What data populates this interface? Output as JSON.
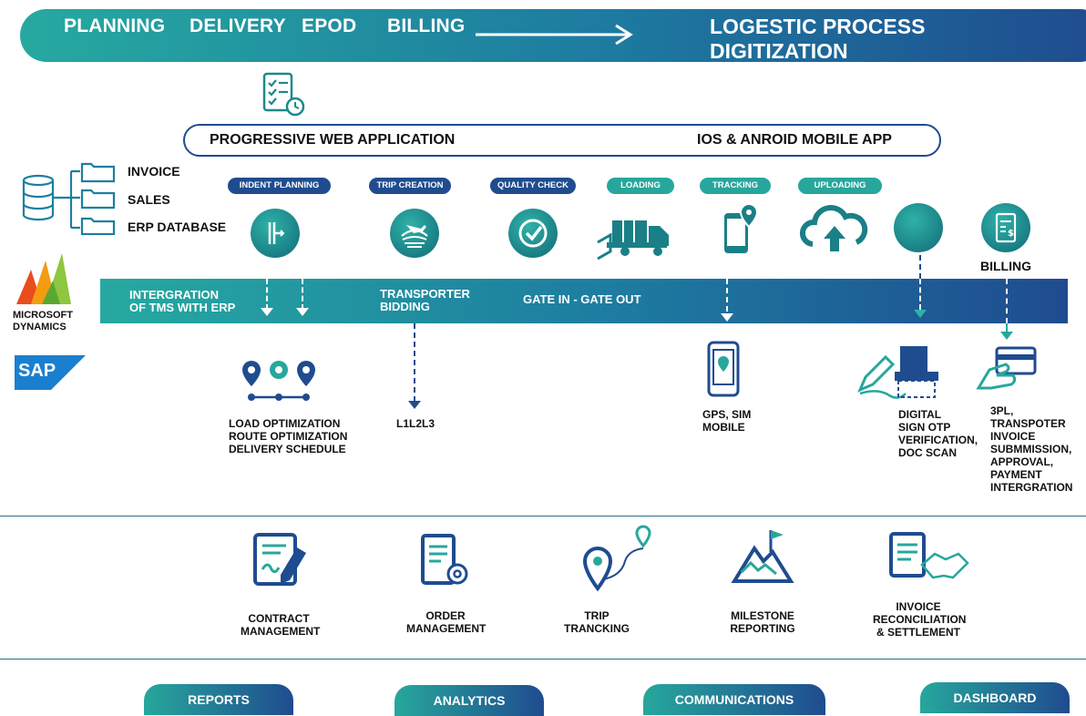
{
  "banner": {
    "items": [
      "PLANNING",
      "DELIVERY",
      "EPOD",
      "BILLING"
    ],
    "title": "LOGESTIC PROCESS DIGITIZATION"
  },
  "apps": {
    "pwa": "PROGRESSIVE WEB APPLICATION",
    "mobile": "IOS & ANROID MOBILE APP"
  },
  "sources": {
    "invoice": "INVOICE",
    "sales": "SALES",
    "erp": "ERP DATABASE",
    "ms": "MICROSOFT DYNAMICS",
    "sap": "SAP"
  },
  "tags": {
    "indent": "INDENT PLANNING",
    "trip": "TRIP CREATION",
    "quality": "QUALITY CHECK",
    "loading": "LOADING",
    "tracking": "TRACKING",
    "uploading": "UPLOADING"
  },
  "billing_label": "BILLING",
  "band": {
    "integration_l1": "INTERGRATION",
    "integration_l2": "OF TMS WITH ERP",
    "bidding_l1": "TRANSPORTER",
    "bidding_l2": "BIDDING",
    "gate": "GATE IN - GATE OUT"
  },
  "outcomes": {
    "load_opt": [
      "LOAD OPTIMIZATION",
      "ROUTE OPTIMIZATION",
      "DELIVERY SCHEDULE"
    ],
    "l1l2l3": "L1L2L3",
    "gps": [
      "GPS, SIM",
      "MOBILE"
    ],
    "digital": [
      "DIGITAL",
      "SIGN OTP",
      "VERIFICATION,",
      "DOC SCAN"
    ],
    "invoice3pl": [
      "3PL,",
      "TRANSPOTER",
      "INVOICE",
      "SUBMMISSION,",
      "APPROVAL,",
      "PAYMENT",
      "INTERGRATION"
    ]
  },
  "modules": [
    {
      "l1": "CONTRACT",
      "l2": "MANAGEMENT",
      "icon": "contract-icon"
    },
    {
      "l1": "ORDER",
      "l2": "MANAGEMENT",
      "icon": "order-icon"
    },
    {
      "l1": "TRIP",
      "l2": "TRANCKING",
      "icon": "trip-tracking-icon"
    },
    {
      "l1": "MILESTONE",
      "l2": "REPORTING",
      "icon": "milestone-icon"
    },
    {
      "l1": "INVOICE",
      "l2": "RECONCILIATION",
      "l3": "& SETTLEMENT",
      "icon": "handshake-icon"
    }
  ],
  "buttons": {
    "reports": "REPORTS",
    "analytics": "ANALYTICS",
    "communications": "COMMUNICATIONS",
    "dashboard": "DASHBOARD"
  },
  "colors": {
    "teal": "#27a79c",
    "navy": "#1f4c8f"
  }
}
